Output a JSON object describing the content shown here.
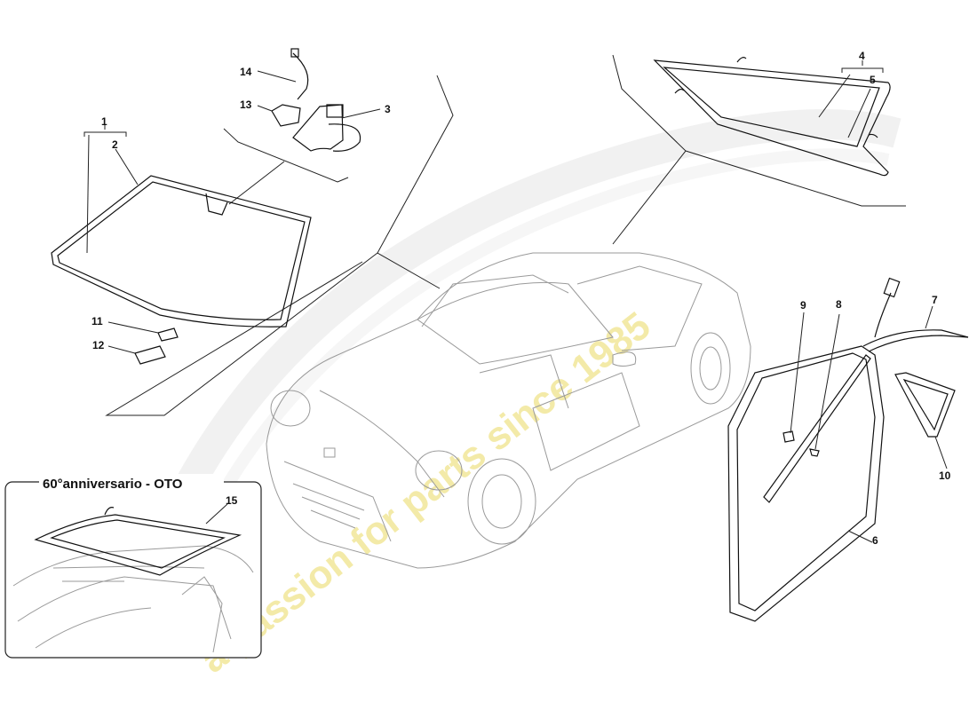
{
  "callouts": [
    "1",
    "2",
    "3",
    "4",
    "5",
    "6",
    "7",
    "8",
    "9",
    "10",
    "11",
    "12",
    "13",
    "14",
    "15"
  ],
  "inset": {
    "title": "60°anniversario - OTO"
  },
  "watermark": {
    "tagline": "a passion for parts since 1985"
  },
  "colors": {
    "line": "#222222",
    "car_outline": "#9a9a9a",
    "watermark_yellow": "#f2e79a",
    "watermark_gray": "#e6e6e6"
  }
}
